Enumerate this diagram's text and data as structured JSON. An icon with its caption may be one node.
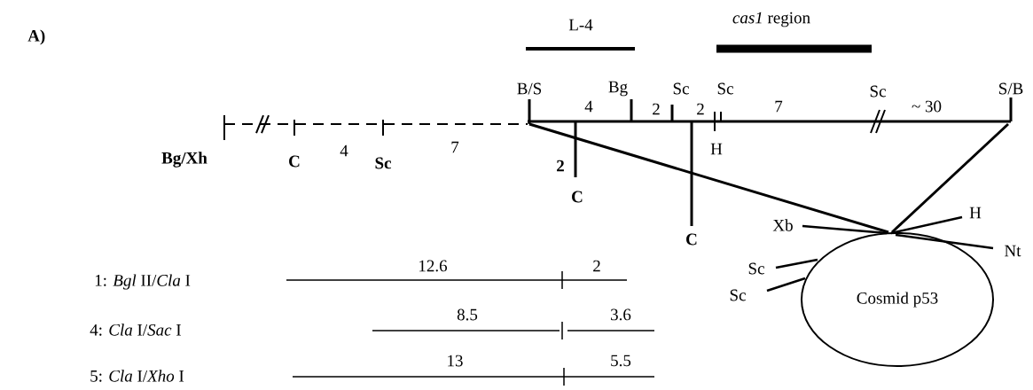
{
  "diagram": {
    "nodes": [
      {
        "text": [
          "Cosmid p53"
        ]
      },
      {
        "text": [
          "B/S"
        ]
      },
      {
        "text": [
          "S/B"
        ]
      }
    ],
    "edges": [
      {
        "from": 1,
        "to": 0,
        "arrow": "none"
      },
      {
        "from": 2,
        "to": 0,
        "arrow": "none"
      }
    ],
    "labels": [
      "A)",
      "L-4",
      "*cas1* region",
      "4",
      "Bg",
      "2",
      "Sc",
      "2",
      "Sc",
      "7",
      "Sc",
      "~ 30",
      "Bg/Xh",
      "C",
      "4",
      "Sc",
      "7",
      "2",
      "H",
      "C",
      "C",
      "Xb",
      "H",
      "Nt",
      "Sc",
      "Sc",
      "1: *Bgl* II/*Cla* I",
      "12.6",
      "2",
      "4: *Cla* I/*Sac* I",
      "8.5",
      "3.6",
      "5: *Cla* I/*Xho* I",
      "13",
      "5.5"
    ]
  }
}
